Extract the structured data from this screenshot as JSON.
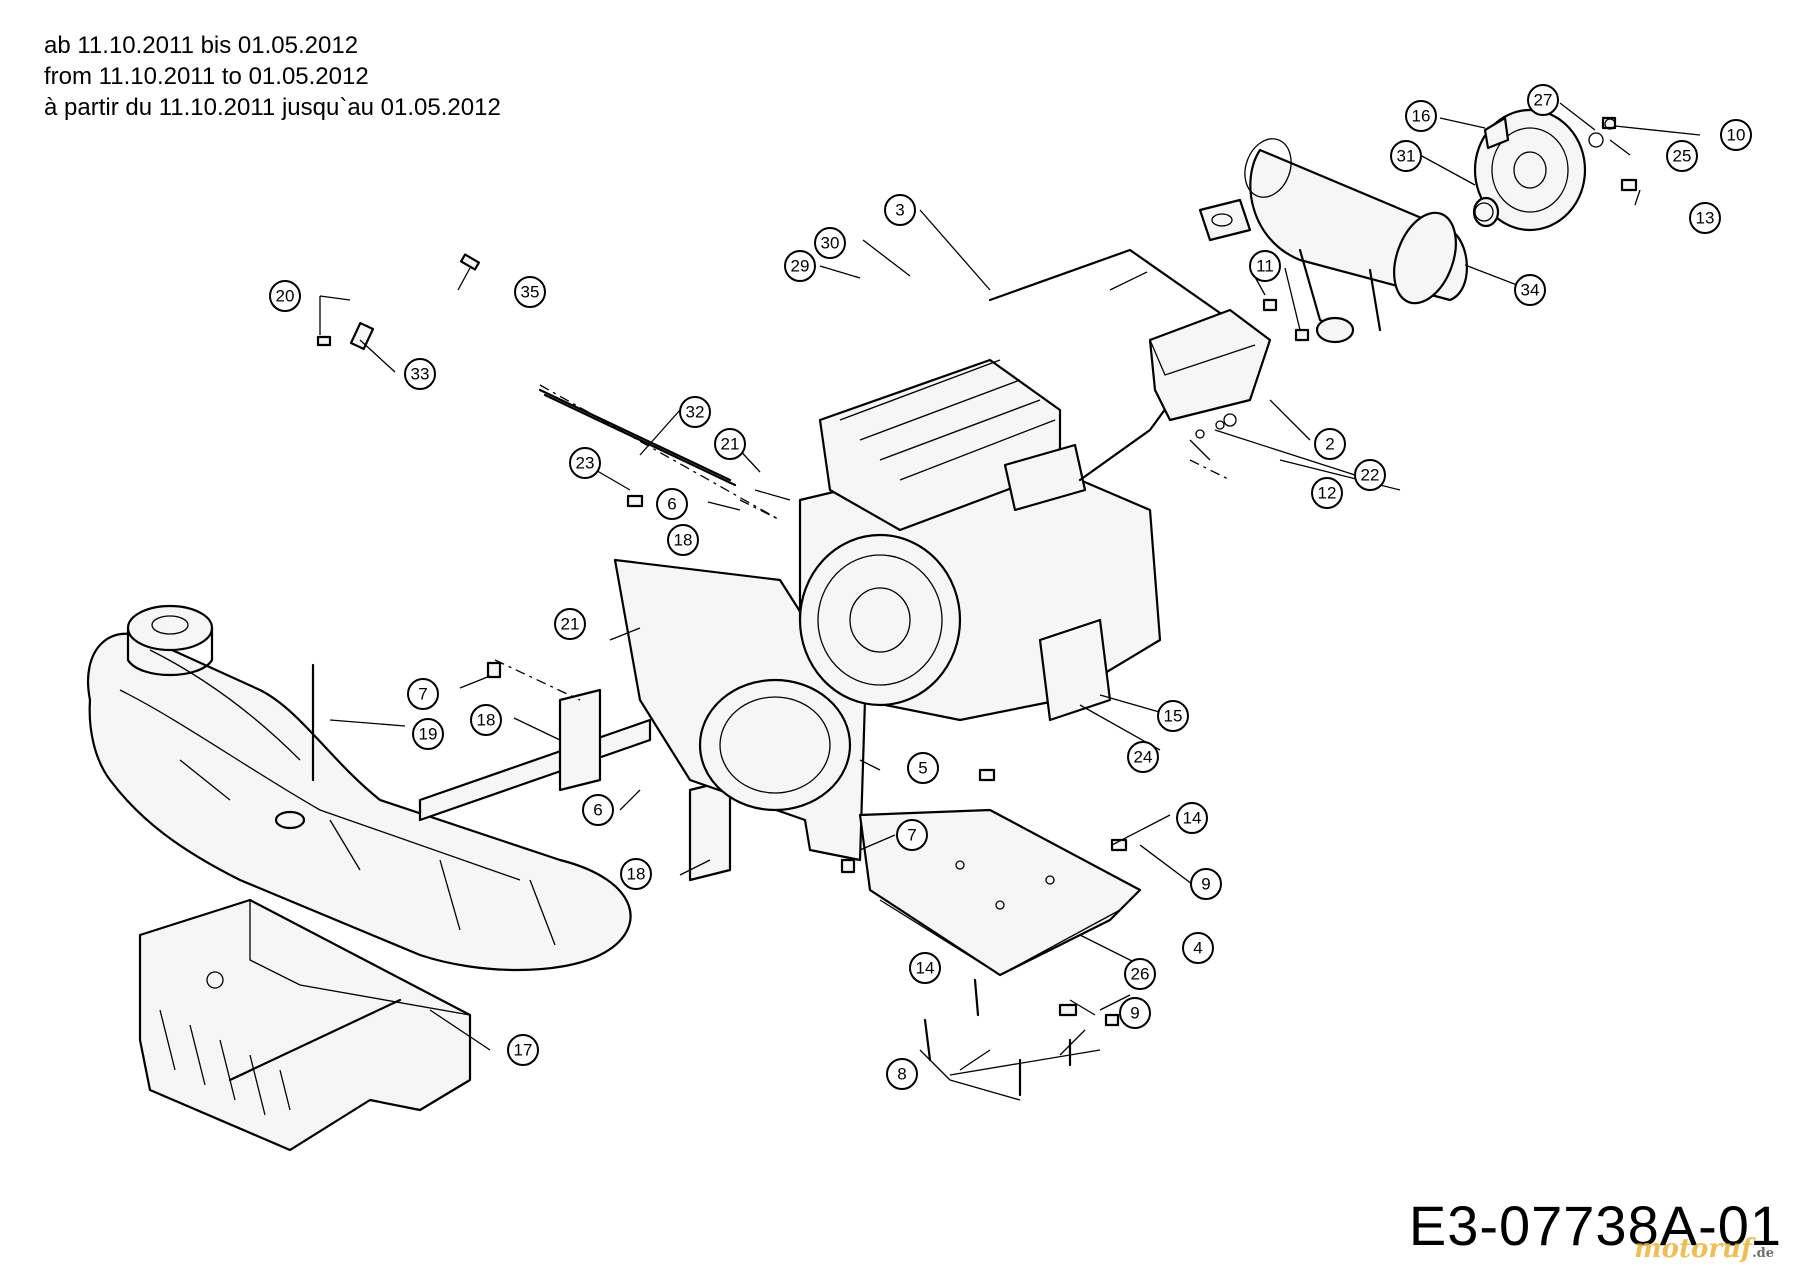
{
  "header": {
    "line_de": "ab 11.10.2011 bis 01.05.2012",
    "line_en": "from 11.10.2011 to 01.05.2012",
    "line_fr": "à partir du 11.10.2011 jusqu`au 01.05.2012"
  },
  "drawing_code": "E3-07738A-01",
  "watermark": {
    "name": "motoruf",
    "suffix": ".de"
  },
  "callouts": [
    {
      "num": "20"
    },
    {
      "num": "35"
    },
    {
      "num": "33"
    },
    {
      "num": "30"
    },
    {
      "num": "29"
    },
    {
      "num": "3"
    },
    {
      "num": "32"
    },
    {
      "num": "21"
    },
    {
      "num": "23"
    },
    {
      "num": "6"
    },
    {
      "num": "18"
    },
    {
      "num": "21"
    },
    {
      "num": "7"
    },
    {
      "num": "18"
    },
    {
      "num": "19"
    },
    {
      "num": "6"
    },
    {
      "num": "18"
    },
    {
      "num": "7"
    },
    {
      "num": "5"
    },
    {
      "num": "16"
    },
    {
      "num": "27"
    },
    {
      "num": "10"
    },
    {
      "num": "31"
    },
    {
      "num": "25"
    },
    {
      "num": "13"
    },
    {
      "num": "34"
    },
    {
      "num": "11"
    },
    {
      "num": "2"
    },
    {
      "num": "22"
    },
    {
      "num": "12"
    },
    {
      "num": "15"
    },
    {
      "num": "24"
    },
    {
      "num": "14"
    },
    {
      "num": "9"
    },
    {
      "num": "4"
    },
    {
      "num": "14"
    },
    {
      "num": "26"
    },
    {
      "num": "9"
    },
    {
      "num": "8"
    },
    {
      "num": "17"
    }
  ]
}
